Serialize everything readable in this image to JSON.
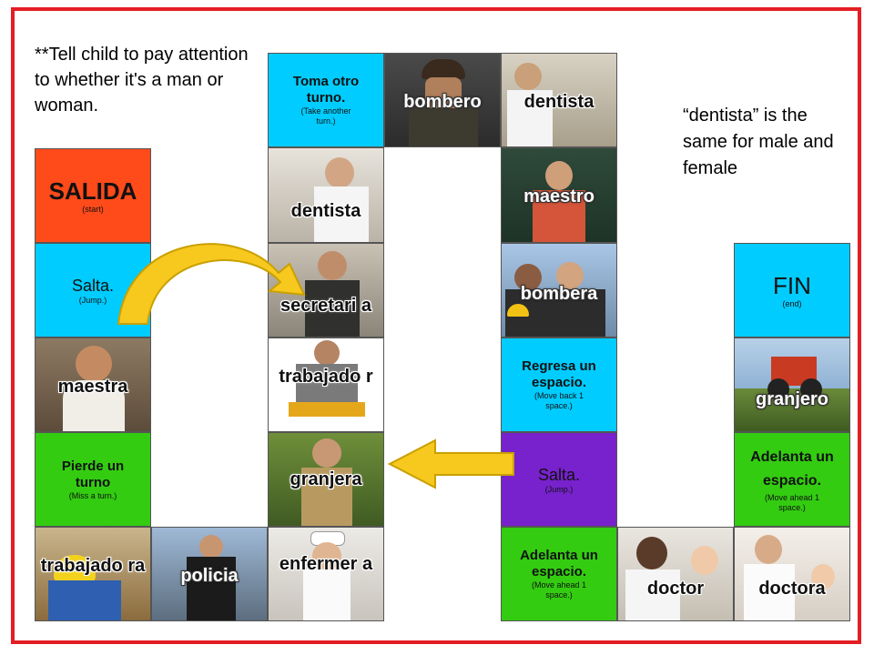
{
  "notes": {
    "left": "**Tell child to pay attention to whether it's a man or woman.",
    "right": "“dentista” is the same for male and female"
  },
  "squares": {
    "salida": {
      "main": "SALIDA",
      "sub": "(start)",
      "color": "#ff4a1a"
    },
    "salta_left": {
      "main": "Salta.",
      "sub": "(Jump.)",
      "color": "#00ccff"
    },
    "pierde": {
      "main": "Pierde un turno",
      "sub": "(Miss a turn.)",
      "color": "#33cc11"
    },
    "toma": {
      "main": "Toma otro turno.",
      "sub": "(Take another turn.)",
      "color": "#00ccff"
    },
    "regresa": {
      "main": "Regresa un espacio.",
      "sub": "(Move back 1 space.)",
      "color": "#00ccff"
    },
    "salta_right": {
      "main": "Salta.",
      "sub": "(Jump.)",
      "color": "#7722cc"
    },
    "adelanta_bottom": {
      "main": "Adelanta un espacio.",
      "sub": "(Move ahead 1 space.)",
      "color": "#33cc11"
    },
    "fin": {
      "main": "FIN",
      "sub": "(end)",
      "color": "#00ccff"
    },
    "adelanta_right": {
      "main": "Adelanta un espacio.",
      "sub": "(Move ahead 1 space.)",
      "color": "#33cc11"
    }
  },
  "photos": {
    "bombero": "bombero",
    "dentista_top": "dentista",
    "dentista_col": "dentista",
    "maestro": "maestro",
    "secretaria": "secretari a",
    "bombera": "bombera",
    "maestra": "maestra",
    "trabajador": "trabajado r",
    "granjero": "granjero",
    "granjera": "granjera",
    "trabajadora": "trabajado ra",
    "policia": "policia",
    "enfermera": "enfermer a",
    "doctor": "doctor",
    "doctora": "doctora"
  },
  "colors": {
    "border": "#e31e24",
    "arrow": "#f7c81e",
    "arrow_outline": "#c9a000"
  }
}
